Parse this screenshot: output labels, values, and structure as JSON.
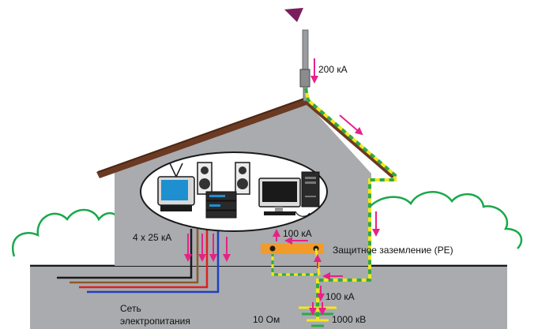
{
  "labels": {
    "lightning_current": "200 кА",
    "supply_current": "4 х 25 кА",
    "bar_current": "100 кА",
    "protective_earth": "Защитное заземление (PE)",
    "earth_current": "100 кА",
    "network_line1": "Сеть",
    "network_line2": "электропитания",
    "earth_resistance": "10 Ом",
    "earth_voltage": "1000 кВ"
  },
  "colors": {
    "current_arrow": "#e8208a",
    "roof": "#6b3a23",
    "house_wall": "#a9abae",
    "ground": "#a9abae",
    "pe_bar": "#f39b2a",
    "hedge": "#1aa84a",
    "earth_wire_yellow": "#f4e61e",
    "earth_wire_green": "#2ea84a",
    "lightning_flash": "#7b1e5f",
    "cable_brown": "#8b5a2b",
    "cable_red": "#e02020",
    "cable_blue": "#2040c0",
    "cable_black": "#1a1a1a"
  },
  "icons": [
    "lightning-flash-icon",
    "lightning-rod-icon",
    "tv-icon",
    "speaker-icon",
    "stereo-icon",
    "monitor-icon",
    "pc-tower-icon",
    "ground-electrode-icon"
  ]
}
